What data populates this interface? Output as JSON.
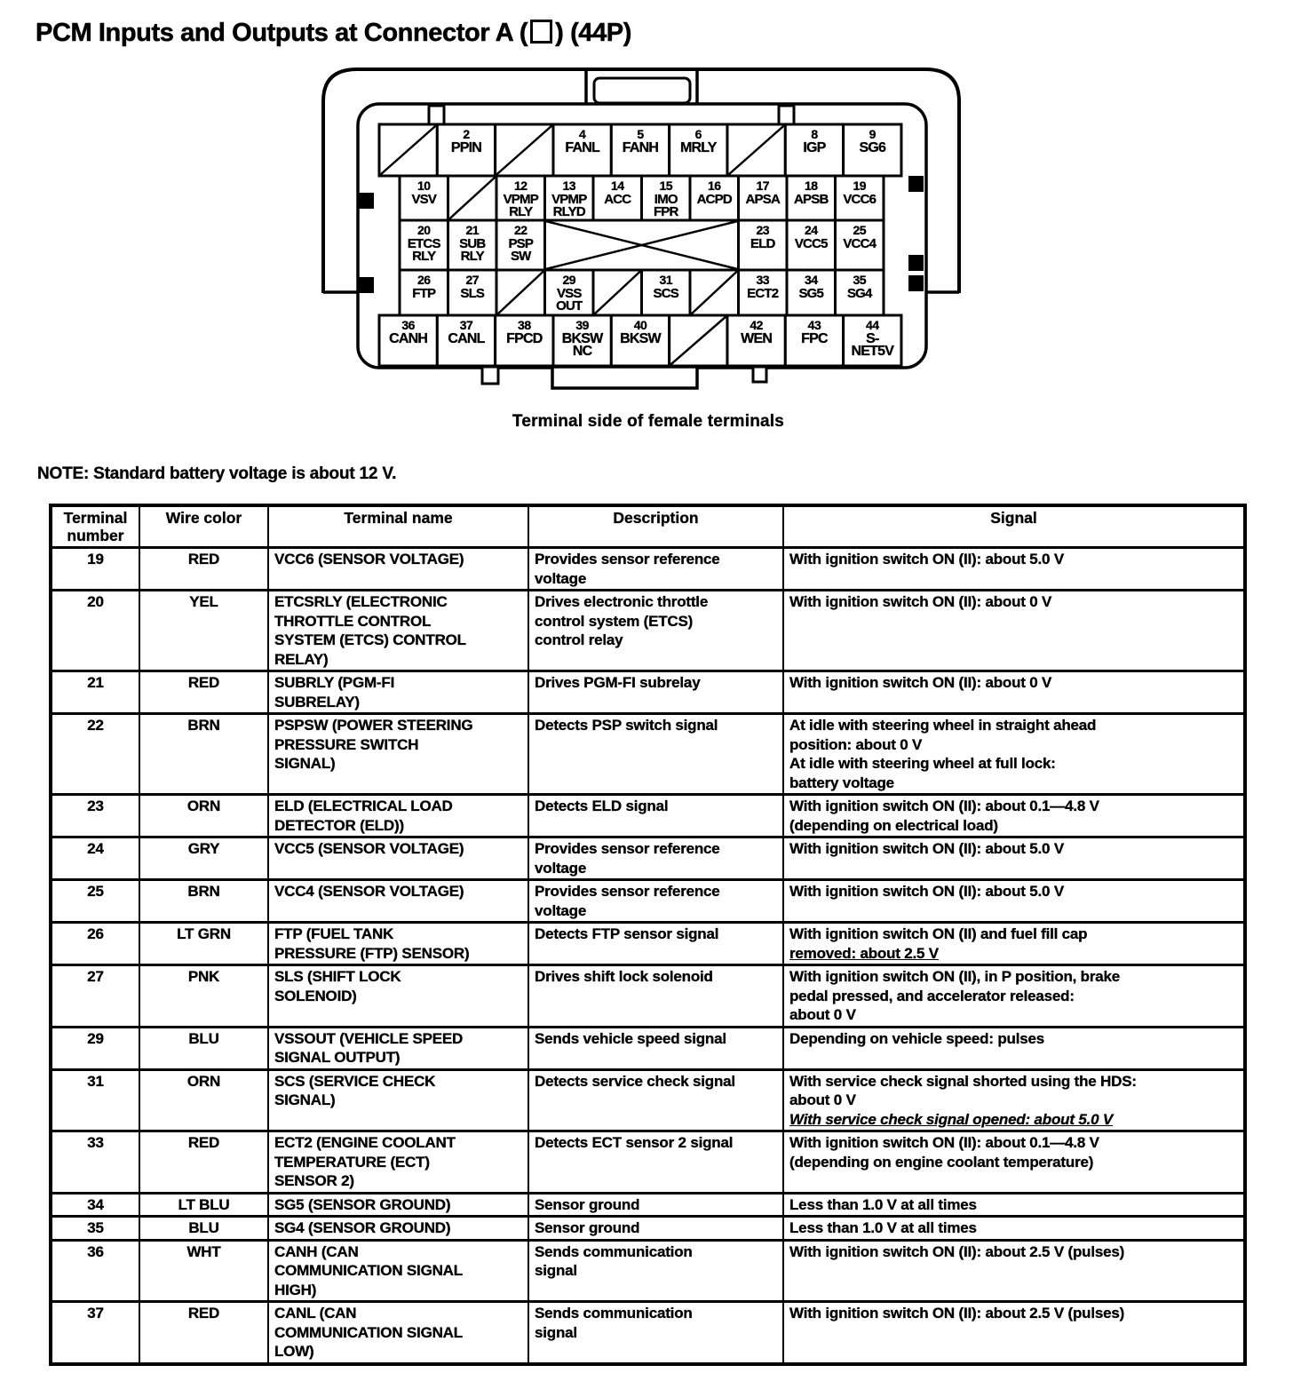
{
  "title_pre": "PCM Inputs and Outputs at Connector A (",
  "title_post": ") (44P)",
  "caption": "Terminal side of female terminals",
  "note": "NOTE: Standard battery voltage is about 12 V.",
  "connector": {
    "rows": [
      [
        {
          "d": 1
        },
        {
          "n": "2",
          "l": "PPIN"
        },
        {
          "d": 1
        },
        {
          "n": "4",
          "l": "FANL"
        },
        {
          "n": "5",
          "l": "FANH"
        },
        {
          "n": "6",
          "l": "MRLY"
        },
        {
          "d": 1
        },
        {
          "n": "8",
          "l": "IGP"
        },
        {
          "n": "9",
          "l": "SG6"
        }
      ],
      [
        {
          "n": "10",
          "l": "VSV"
        },
        {
          "d": 1
        },
        {
          "n": "12",
          "l": "VPMP\nRLY"
        },
        {
          "n": "13",
          "l": "VPMP\nRLYD"
        },
        {
          "n": "14",
          "l": "ACC"
        },
        {
          "n": "15",
          "l": "IMO\nFPR"
        },
        {
          "n": "16",
          "l": "ACPD"
        },
        {
          "n": "17",
          "l": "APSA"
        },
        {
          "n": "18",
          "l": "APSB"
        },
        {
          "n": "19",
          "l": "VCC6"
        }
      ],
      [
        {
          "n": "20",
          "l": "ETCS\nRLY"
        },
        {
          "n": "21",
          "l": "SUB\nRLY"
        },
        {
          "n": "22",
          "l": "PSP\nSW"
        },
        {
          "x": 4
        },
        {
          "n": "23",
          "l": "ELD"
        },
        {
          "n": "24",
          "l": "VCC5"
        },
        {
          "n": "25",
          "l": "VCC4"
        }
      ],
      [
        {
          "n": "26",
          "l": "FTP"
        },
        {
          "n": "27",
          "l": "SLS"
        },
        {
          "d": 1
        },
        {
          "n": "29",
          "l": "VSS\nOUT"
        },
        {
          "d": 1
        },
        {
          "n": "31",
          "l": "SCS"
        },
        {
          "d": 1
        },
        {
          "n": "33",
          "l": "ECT2"
        },
        {
          "n": "34",
          "l": "SG5"
        },
        {
          "n": "35",
          "l": "SG4"
        }
      ],
      [
        {
          "n": "36",
          "l": "CANH"
        },
        {
          "n": "37",
          "l": "CANL"
        },
        {
          "n": "38",
          "l": "FPCD"
        },
        {
          "n": "39",
          "l": "BKSW\nNC"
        },
        {
          "n": "40",
          "l": "BKSW"
        },
        {
          "d": 1
        },
        {
          "n": "42",
          "l": "WEN"
        },
        {
          "n": "43",
          "l": "FPC"
        },
        {
          "n": "44",
          "l": "S-\nNET5V"
        }
      ]
    ]
  },
  "table": {
    "headers": [
      "Terminal\nnumber",
      "Wire color",
      "Terminal name",
      "Description",
      "Signal"
    ],
    "rows": [
      {
        "num": "19",
        "color": "RED",
        "name": "VCC6 (SENSOR VOLTAGE)",
        "desc": "Provides sensor reference\nvoltage",
        "signal": [
          {
            "t": "With ignition switch ON (II): about 5.0 V"
          }
        ]
      },
      {
        "num": "20",
        "color": "YEL",
        "name": "ETCSRLY (ELECTRONIC\nTHROTTLE CONTROL\nSYSTEM (ETCS) CONTROL\nRELAY)",
        "desc": "Drives electronic throttle\ncontrol system (ETCS)\ncontrol relay",
        "signal": [
          {
            "t": "With ignition switch ON (II): about 0 V"
          }
        ]
      },
      {
        "num": "21",
        "color": "RED",
        "name": "SUBRLY (PGM-FI\nSUBRELAY)",
        "desc": "Drives PGM-FI subrelay",
        "signal": [
          {
            "t": "With ignition switch ON (II): about 0 V"
          }
        ]
      },
      {
        "num": "22",
        "color": "BRN",
        "name": "PSPSW (POWER STEERING\nPRESSURE SWITCH\nSIGNAL)",
        "desc": "Detects PSP switch signal",
        "signal": [
          {
            "t": "At idle with steering wheel in straight ahead\nposition: about 0 V\nAt idle with steering wheel at full lock:\nbattery voltage"
          }
        ]
      },
      {
        "num": "23",
        "color": "ORN",
        "name": "ELD (ELECTRICAL LOAD\nDETECTOR (ELD))",
        "desc": "Detects ELD signal",
        "signal": [
          {
            "t": "With ignition switch ON (II): about 0.1—4.8 V\n(depending on electrical load)"
          }
        ]
      },
      {
        "num": "24",
        "color": "GRY",
        "name": "VCC5 (SENSOR VOLTAGE)",
        "desc": "Provides sensor reference\nvoltage",
        "signal": [
          {
            "t": "With ignition switch ON (II): about 5.0 V"
          }
        ]
      },
      {
        "num": "25",
        "color": "BRN",
        "name": "VCC4 (SENSOR VOLTAGE)",
        "desc": "Provides sensor reference\nvoltage",
        "signal": [
          {
            "t": "With ignition switch ON (II): about 5.0 V"
          }
        ]
      },
      {
        "num": "26",
        "color": "LT GRN",
        "name": "FTP (FUEL TANK\nPRESSURE (FTP) SENSOR)",
        "desc": "Detects FTP sensor signal",
        "signal": [
          {
            "t": "With ignition switch ON (II) and fuel fill cap"
          },
          {
            "t": "removed: about 2.5 V",
            "s": "u"
          }
        ]
      },
      {
        "num": "27",
        "color": "PNK",
        "name": "SLS (SHIFT LOCK\nSOLENOID)",
        "desc": "Drives shift lock solenoid",
        "signal": [
          {
            "t": "With ignition switch ON (II), in P position, brake\npedal pressed, and accelerator released:\nabout 0 V"
          }
        ]
      },
      {
        "num": "29",
        "color": "BLU",
        "name": "VSSOUT (VEHICLE SPEED\nSIGNAL OUTPUT)",
        "desc": "Sends vehicle speed signal",
        "signal": [
          {
            "t": "Depending on vehicle speed: pulses"
          }
        ]
      },
      {
        "num": "31",
        "color": "ORN",
        "name": "SCS (SERVICE CHECK\nSIGNAL)",
        "desc": "Detects service check signal",
        "signal": [
          {
            "t": "With service check signal shorted using the HDS:\nabout 0 V"
          },
          {
            "t": "With service check signal opened: about 5.0 V",
            "s": "i u"
          }
        ]
      },
      {
        "num": "33",
        "color": "RED",
        "name": "ECT2 (ENGINE COOLANT\nTEMPERATURE (ECT)\nSENSOR 2)",
        "desc": "Detects ECT sensor 2 signal",
        "signal": [
          {
            "t": "With ignition switch ON (II): about 0.1—4.8 V\n(depending on engine coolant temperature)"
          }
        ]
      },
      {
        "num": "34",
        "color": "LT BLU",
        "name": "SG5 (SENSOR GROUND)",
        "desc": "Sensor ground",
        "signal": [
          {
            "t": "Less than 1.0 V at all times"
          }
        ]
      },
      {
        "num": "35",
        "color": "BLU",
        "name": "SG4 (SENSOR GROUND)",
        "desc": "Sensor ground",
        "signal": [
          {
            "t": "Less than 1.0 V at all times"
          }
        ]
      },
      {
        "num": "36",
        "color": "WHT",
        "name": "CANH (CAN\nCOMMUNICATION SIGNAL\nHIGH)",
        "desc": "Sends communication\nsignal",
        "signal": [
          {
            "t": "With ignition switch ON (II): about 2.5 V (pulses)"
          }
        ]
      },
      {
        "num": "37",
        "color": "RED",
        "name": "CANL (CAN\nCOMMUNICATION SIGNAL\nLOW)",
        "desc": "Sends communication\nsignal",
        "signal": [
          {
            "t": "With ignition switch ON (II): about 2.5 V (pulses)"
          }
        ]
      }
    ]
  }
}
